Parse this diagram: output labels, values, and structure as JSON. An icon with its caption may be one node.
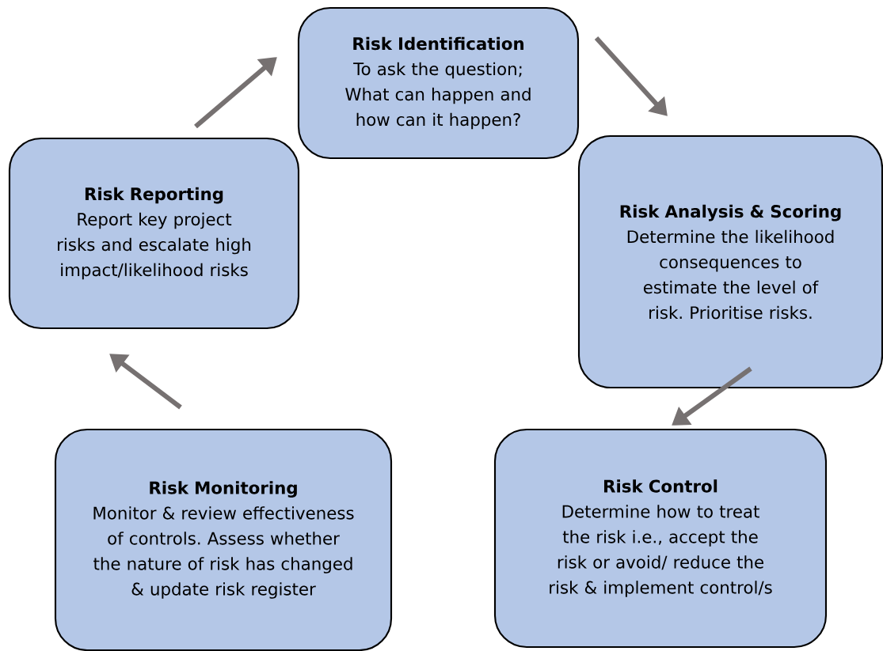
{
  "diagram": {
    "nodes": [
      {
        "text": [
          "Risk Identification",
          "To ask the question; What can happen and how can it happen?"
        ]
      },
      {
        "text": [
          "Risk Analysis & Scoring",
          "Determine the likelihood consequences to estimate the level of risk. Prioritise risks."
        ]
      },
      {
        "text": [
          "Risk Control",
          "Determine how to treat the risk i.e., accept the risk or avoid/ reduce the risk & implement control/s"
        ]
      },
      {
        "text": [
          "Risk Monitoring",
          "Monitor & review effectiveness of controls. Assess whether the nature of risk has changed & update risk register"
        ]
      },
      {
        "text": [
          "Risk Reporting",
          "Report key project risks and escalate high impact/likelihood risks"
        ]
      }
    ],
    "edges": [
      {
        "from": 0,
        "to": 1,
        "arrow": "to"
      },
      {
        "from": 1,
        "to": 2,
        "arrow": "to"
      },
      {
        "from": 3,
        "to": 4,
        "arrow": "to"
      },
      {
        "from": 4,
        "to": 0,
        "arrow": "to"
      }
    ]
  }
}
